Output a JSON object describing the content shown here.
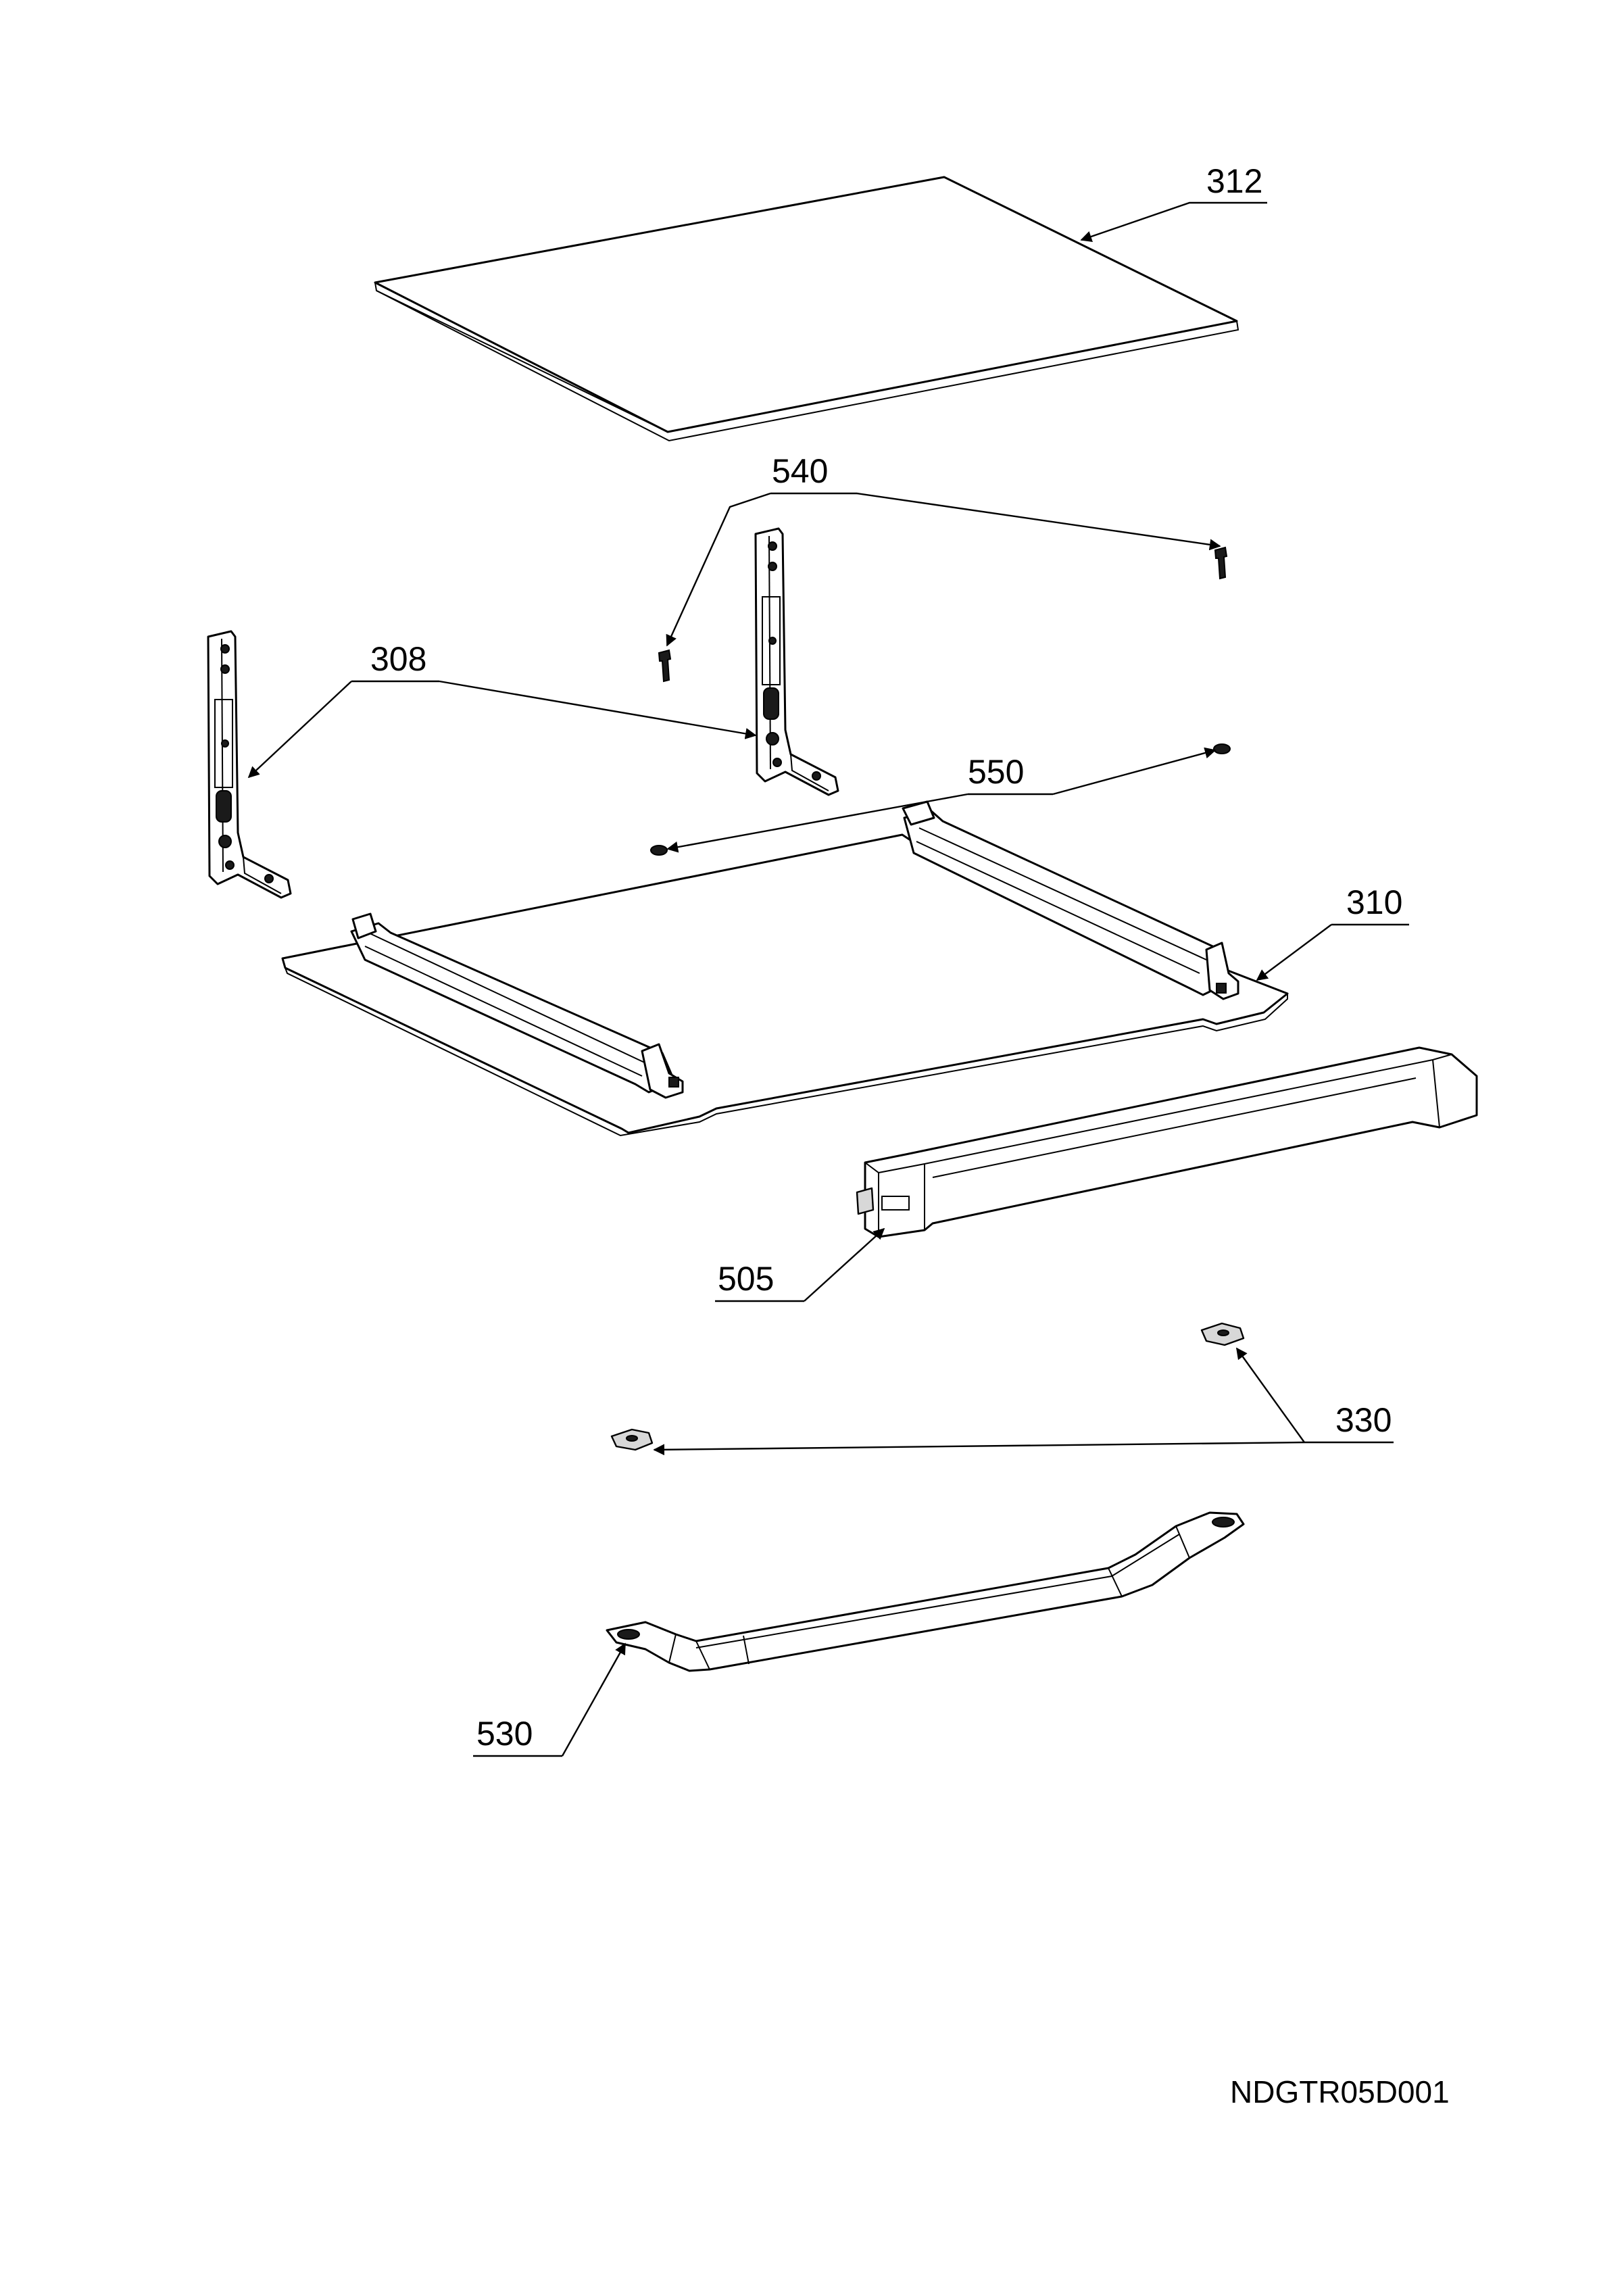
{
  "diagram": {
    "callouts": {
      "c312": "312",
      "c540": "540",
      "c308": "308",
      "c550": "550",
      "c310": "310",
      "c505": "505",
      "c330": "330",
      "c530": "530"
    },
    "drawing_code": "NDGTR05D001"
  }
}
